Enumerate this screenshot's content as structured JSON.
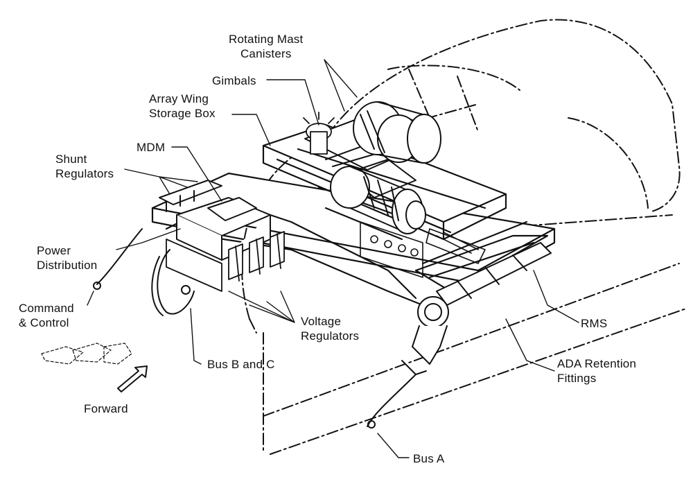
{
  "labels": {
    "rotating_mast_canisters": [
      "Rotating Mast",
      "Canisters"
    ],
    "gimbals": "Gimbals",
    "array_wing_storage_box": [
      "Array Wing",
      "Storage Box"
    ],
    "mdm": "MDM",
    "shunt_regulators": [
      "Shunt",
      "Regulators"
    ],
    "power_distribution": [
      "Power",
      "Distribution"
    ],
    "command_control": [
      "Command",
      "& Control"
    ],
    "voltage_regulators": [
      "Voltage",
      "Regulators"
    ],
    "bus_b_and_c": "Bus B and C",
    "forward": "Forward",
    "rms": "RMS",
    "ada_retention_fittings": [
      "ADA Retention",
      "Fittings"
    ],
    "bus_a": "Bus A"
  },
  "colors": {
    "ink": "#111111",
    "paper": "#ffffff",
    "shade": "#d9d9d9"
  },
  "icons": {
    "forward_arrow": "arrow-down-left-icon"
  }
}
